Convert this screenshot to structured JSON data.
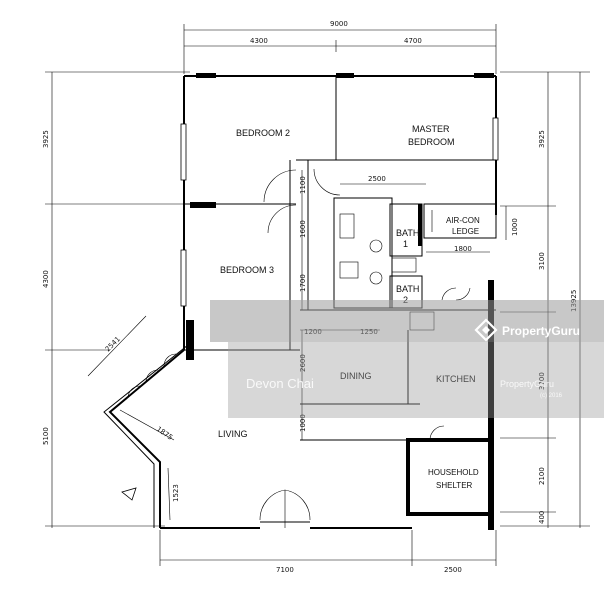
{
  "rooms": {
    "bedroom2": "BEDROOM 2",
    "master_line1": "MASTER",
    "master_line2": "BEDROOM",
    "bedroom3": "BEDROOM 3",
    "bath1_line1": "BATH",
    "bath1_line2": "1",
    "bath2_line1": "BATH",
    "bath2_line2": "2",
    "aircon_line1": "AIR-CON",
    "aircon_line2": "LEDGE",
    "dining": "DINING",
    "kitchen": "KITCHEN",
    "living": "LIVING",
    "shelter_line1": "HOUSEHOLD",
    "shelter_line2": "SHELTER"
  },
  "dimensions": {
    "top_total": "9000",
    "top_left": "4300",
    "top_right": "4700",
    "left_1": "3925",
    "left_2": "4300",
    "left_3": "5100",
    "right_1": "3925",
    "right_2": "3100",
    "right_3": "3700",
    "right_4": "2100",
    "right_5": "400",
    "right_total": "13925",
    "bottom_left": "7100",
    "bottom_right": "2500",
    "inner_2500": "2500",
    "inner_1800": "1800",
    "inner_1000": "1000",
    "inner_1100": "1100",
    "inner_1600": "1600",
    "inner_1700": "1700",
    "inner_1200": "1200",
    "inner_1250": "1250",
    "inner_2600": "2600",
    "inner_1000b": "1000",
    "inner_2541": "2541",
    "inner_1875": "1875",
    "inner_1523": "1523"
  },
  "watermark": {
    "brand": "PropertyGuru",
    "agent": "Devon Chai",
    "brand_small": "PropertyGuru",
    "small_tag": "(c) 2016"
  }
}
